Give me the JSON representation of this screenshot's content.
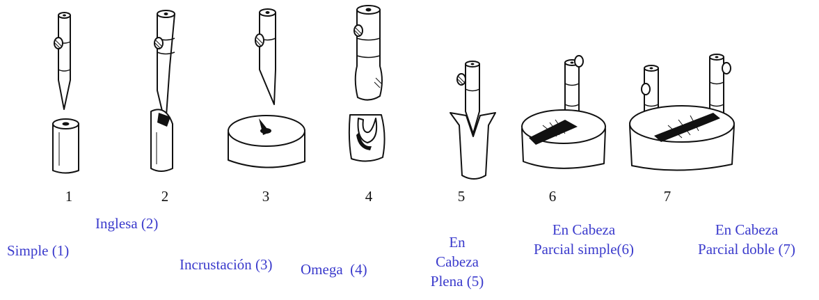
{
  "numbers": [
    "1",
    "2",
    "3",
    "4",
    "5",
    "6",
    "7"
  ],
  "labels": {
    "simple": [
      "Simple (1)"
    ],
    "inglesa": [
      "Inglesa (2)"
    ],
    "incrustacion": [
      "Incrustación (3)"
    ],
    "omega": [
      "Omega  (4)"
    ],
    "plena": [
      "En",
      "Cabeza",
      "Plena (5)"
    ],
    "parcial_simple": [
      "En Cabeza",
      "Parcial simple(6)"
    ],
    "parcial_doble": [
      "En Cabeza",
      "Parcial doble (7)"
    ]
  },
  "colors": {
    "label": "#3a3acc",
    "ink": "#111111"
  }
}
